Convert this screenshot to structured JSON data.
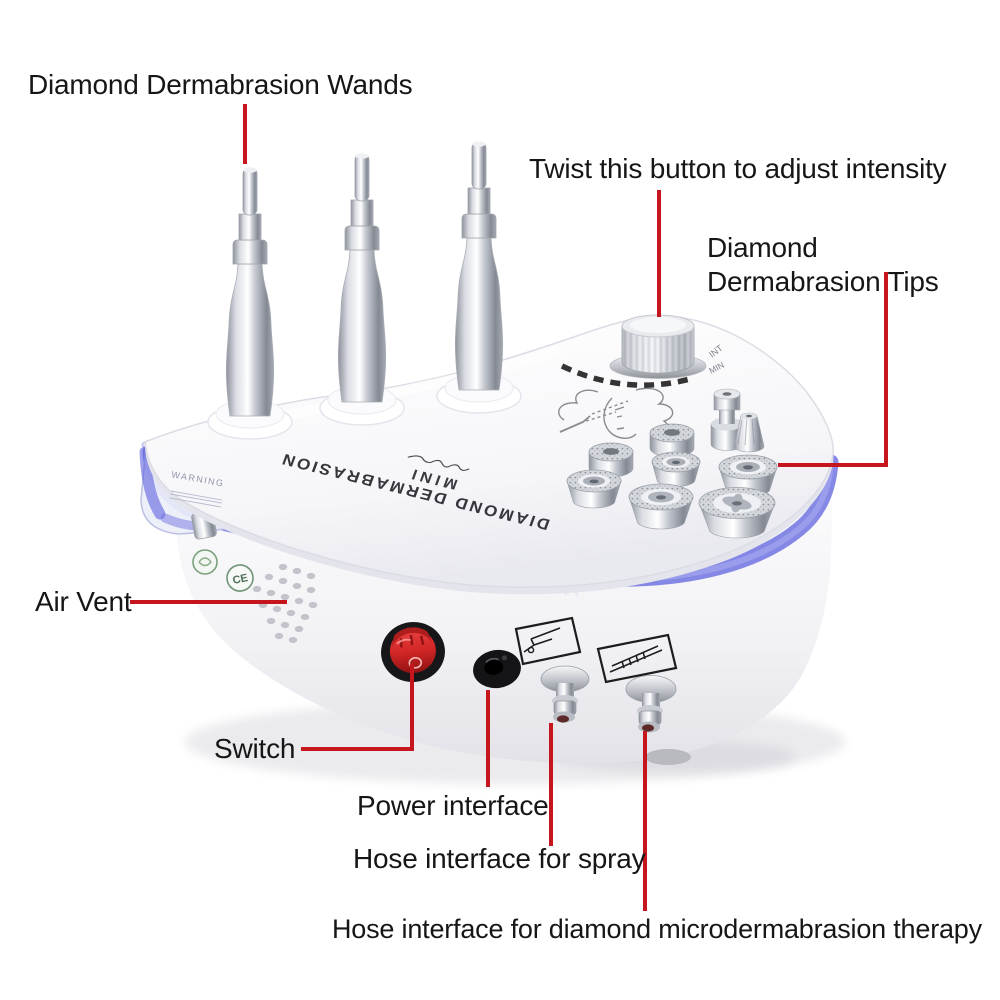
{
  "annotations": {
    "wands": {
      "label": "Diamond Dermabrasion Wands"
    },
    "intensity_knob": {
      "label": "Twist this button to adjust intensity"
    },
    "tips": {
      "label": "Diamond Dermabrasion Tips"
    },
    "air_vent": {
      "label": "Air Vent"
    },
    "power_switch": {
      "label": "Switch"
    },
    "power_interface": {
      "label": "Power interface"
    },
    "hose_spray": {
      "label": "Hose interface for spray"
    },
    "hose_diamond": {
      "label": "Hose interface for diamond microdermabrasion therapy"
    }
  },
  "device": {
    "printed_name": "DIAMOND DERMABRASION",
    "printed_brand": "MINI",
    "warning_text": "WARNING",
    "knob_min": "MIN",
    "knob_int": "INT",
    "ce_mark": "CE",
    "wand_count": 3,
    "tip_count": 9
  },
  "colors": {
    "annotation_line": "#c4161c",
    "label_text": "#161616",
    "glow_blue": "#5d61dd",
    "switch_red": "#d32626"
  }
}
